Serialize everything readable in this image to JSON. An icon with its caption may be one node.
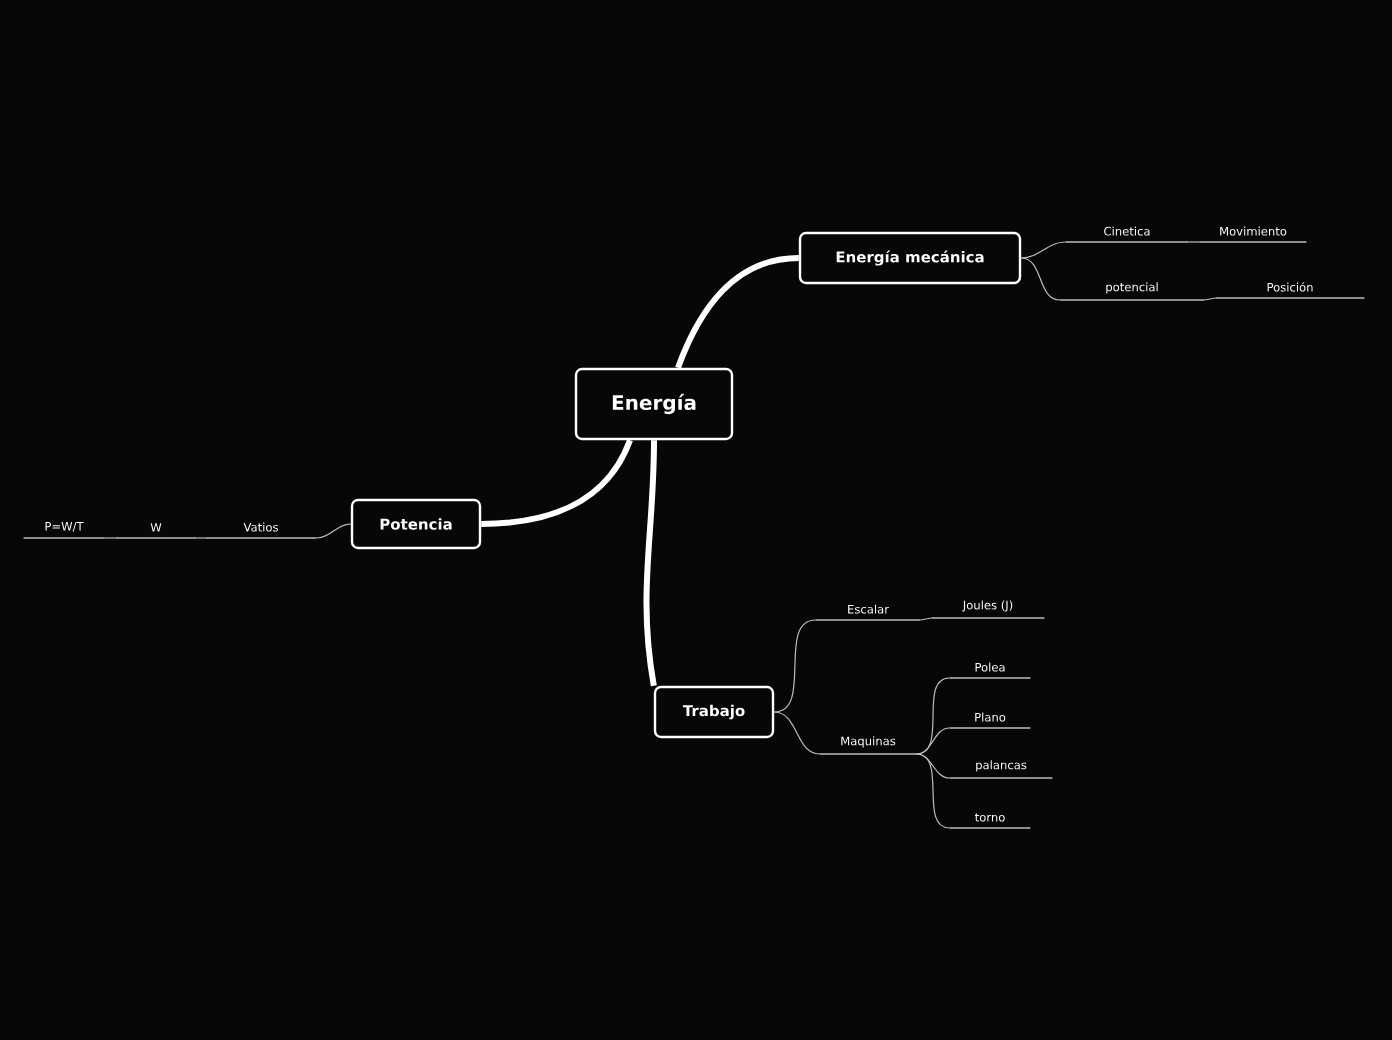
{
  "diagram": {
    "nodes": [
      {
        "text": [
          "Energía"
        ]
      },
      {
        "text": [
          "Energía mecánica"
        ]
      },
      {
        "text": [
          "Cinetica"
        ]
      },
      {
        "text": [
          "Movimiento"
        ]
      },
      {
        "text": [
          "potencial"
        ]
      },
      {
        "text": [
          "Posición"
        ]
      },
      {
        "text": [
          "Potencia"
        ]
      },
      {
        "text": [
          "Vatios"
        ]
      },
      {
        "text": [
          "W"
        ]
      },
      {
        "text": [
          "P=W/T"
        ]
      },
      {
        "text": [
          "Trabajo"
        ]
      },
      {
        "text": [
          "Escalar"
        ]
      },
      {
        "text": [
          "Joules (J)"
        ]
      },
      {
        "text": [
          "Maquinas"
        ]
      },
      {
        "text": [
          "Polea"
        ]
      },
      {
        "text": [
          "Plano"
        ]
      },
      {
        "text": [
          "palancas"
        ]
      },
      {
        "text": [
          "torno"
        ]
      }
    ],
    "edges": [
      {
        "from": 0,
        "to": 1,
        "arrow": "none",
        "style": "thick",
        "color": "#ffffff"
      },
      {
        "from": 1,
        "to": 2,
        "arrow": "none"
      },
      {
        "from": 2,
        "to": 3,
        "arrow": "none"
      },
      {
        "from": 1,
        "to": 4,
        "arrow": "none"
      },
      {
        "from": 4,
        "to": 5,
        "arrow": "none"
      },
      {
        "from": 0,
        "to": 6,
        "arrow": "none",
        "style": "thick",
        "color": "#ffffff"
      },
      {
        "from": 6,
        "to": 7,
        "arrow": "none"
      },
      {
        "from": 7,
        "to": 8,
        "arrow": "none"
      },
      {
        "from": 8,
        "to": 9,
        "arrow": "none"
      },
      {
        "from": 0,
        "to": 10,
        "arrow": "none",
        "style": "thick",
        "color": "#ffffff"
      },
      {
        "from": 10,
        "to": 11,
        "arrow": "none"
      },
      {
        "from": 11,
        "to": 12,
        "arrow": "none"
      },
      {
        "from": 10,
        "to": 13,
        "arrow": "none"
      },
      {
        "from": 13,
        "to": 14,
        "arrow": "none"
      },
      {
        "from": 13,
        "to": 15,
        "arrow": "none"
      },
      {
        "from": 13,
        "to": 16,
        "arrow": "none"
      },
      {
        "from": 13,
        "to": 17,
        "arrow": "none"
      }
    ]
  }
}
